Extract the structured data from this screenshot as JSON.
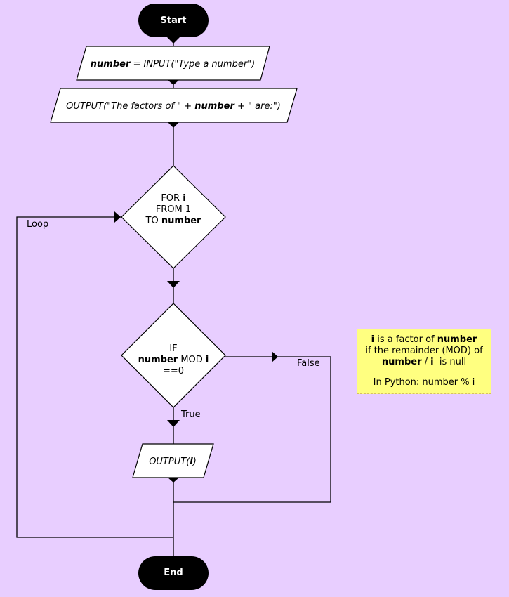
{
  "colors": {
    "background": "#e8ceff",
    "terminal_fill": "#000000",
    "shape_fill": "#ffffff",
    "note_fill": "#ffff80",
    "line": "#000000"
  },
  "start": {
    "label": "Start"
  },
  "end": {
    "label": "End"
  },
  "input_step": {
    "var": "number",
    "op": " = ",
    "call": "INPUT(\"Type a number\")"
  },
  "output_intro": {
    "part1": "OUTPUT(\"The factors of \" + ",
    "var": "number",
    "part2": " + \" are:\")"
  },
  "for_loop": {
    "line1_prefix": "FOR ",
    "line1_var": "i",
    "line2": "FROM 1",
    "line3_prefix": "TO ",
    "line3_var": "number"
  },
  "condition": {
    "line1": "IF",
    "line2_var": "number",
    "line2_op": " MOD ",
    "line2_var2": "i",
    "line3": "==0"
  },
  "output_i": {
    "prefix": "OUTPUT(",
    "var": "i",
    "suffix": ")"
  },
  "edge_labels": {
    "loop": "Loop",
    "true": "True",
    "false": "False"
  },
  "note": {
    "line1_var": "i",
    "line1_mid": " is a factor of ",
    "line1_var2": "number",
    "line2": "if the remainder (MOD) of",
    "line3_var": "number",
    "line3_mid": " / ",
    "line3_var2": "i",
    "line3_end": "  is null",
    "line4": "In Python: number % i"
  }
}
